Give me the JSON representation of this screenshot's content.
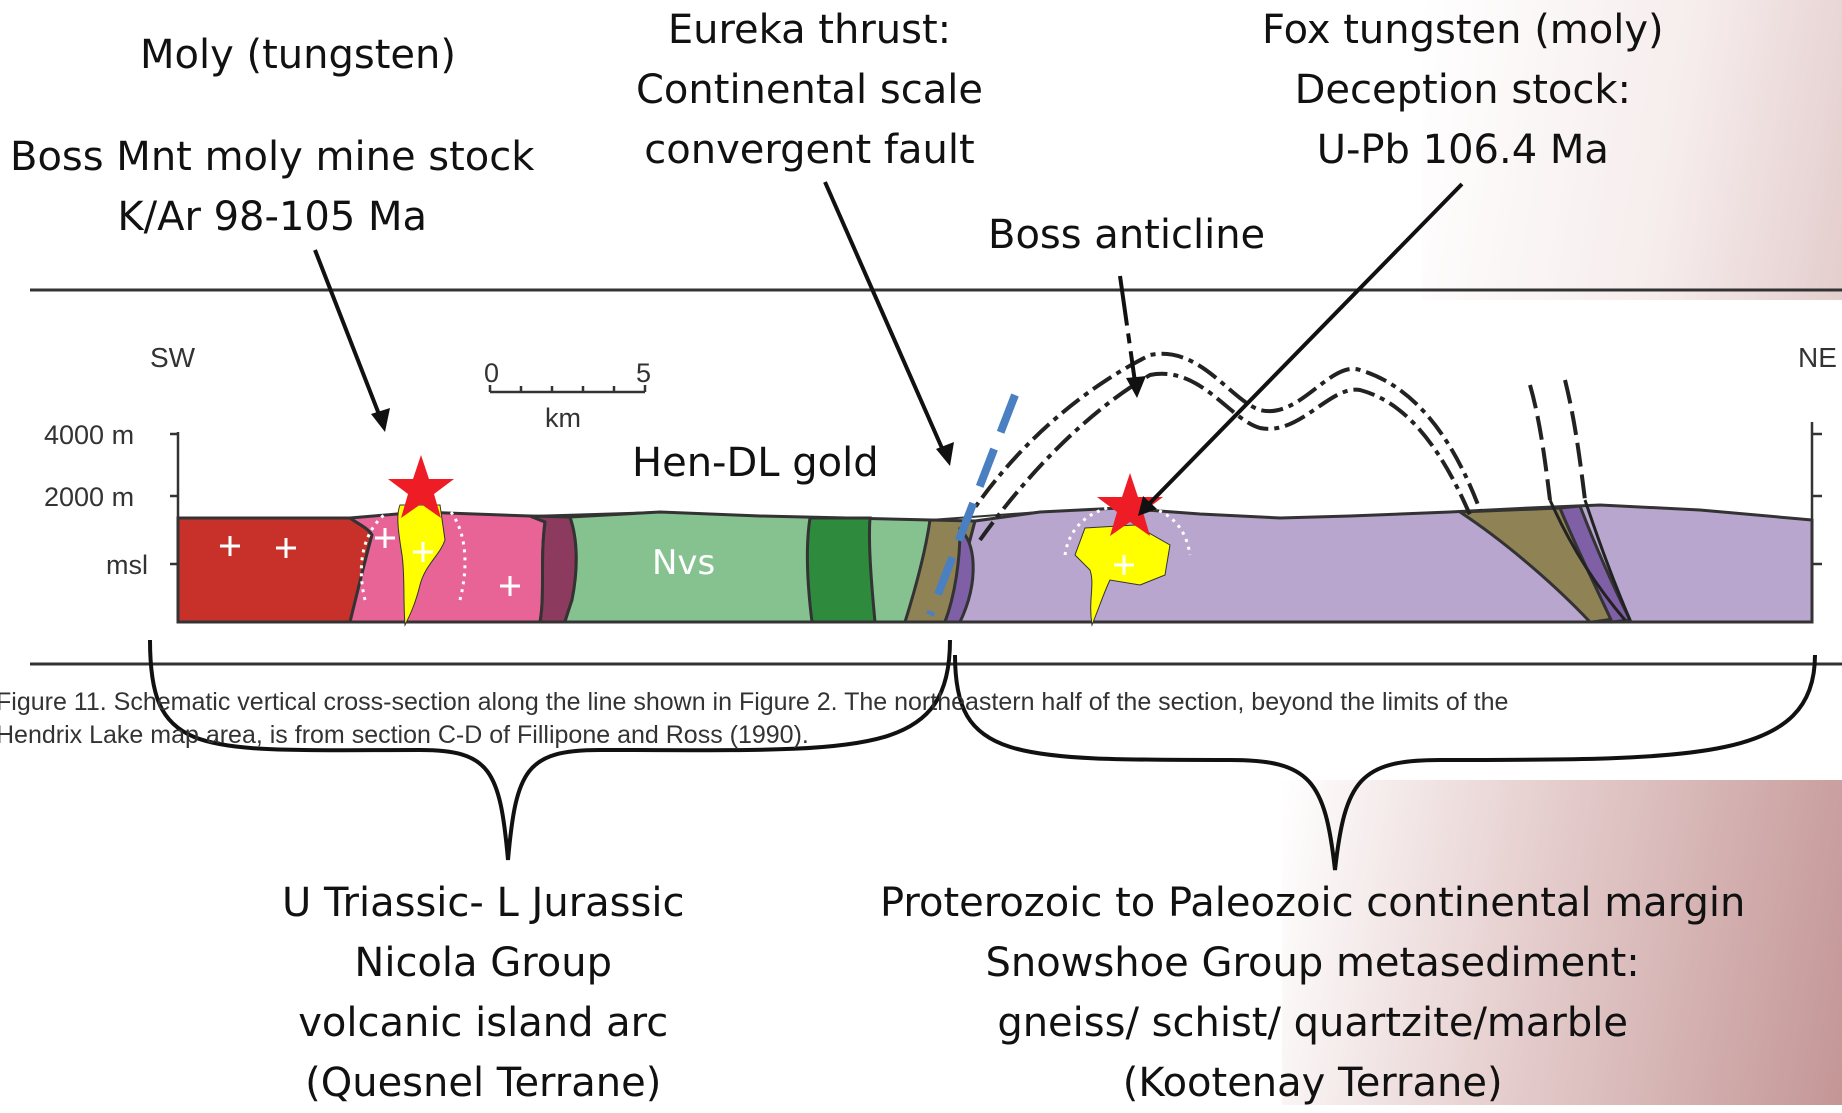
{
  "labels": {
    "moly_tungsten": "Moly (tungsten)",
    "boss_mnt_line1": "Boss Mnt moly mine stock",
    "boss_mnt_line2": "K/Ar   98-105 Ma",
    "eureka_line1": "Eureka thrust:",
    "eureka_line2": "Continental scale",
    "eureka_line3": "convergent fault",
    "fox_line1": "Fox tungsten (moly)",
    "fox_line2": "Deception stock:",
    "fox_line3": "U-Pb 106.4 Ma",
    "boss_anticline": "Boss anticline",
    "hen_dl_gold": "Hen-DL gold",
    "nvs": "Nvs"
  },
  "section": {
    "sw": "SW",
    "ne": "NE",
    "scale_zero": "0",
    "scale_five": "5",
    "scale_unit": "km",
    "elev_4000": "4000 m",
    "elev_2000": "2000 m",
    "elev_msl": "msl"
  },
  "caption": {
    "line1": "Figure 11. Schematic vertical cross-section along the line shown in Figure 2. The northeastern half of the section, beyond the limits of the",
    "line2": "Hendrix Lake map area, is from section C-D of Fillipone and Ross (1990)."
  },
  "terranes": {
    "left_line1": "U Triassic- L Jurassic",
    "left_line2": "Nicola Group",
    "left_line3": "volcanic island arc",
    "left_line4": "(Quesnel Terrane)",
    "right_line1": "Proterozoic to Paleozoic continental margin",
    "right_line2": "Snowshoe Group metasediment:",
    "right_line3": "gneiss/ schist/ quartzite/marble",
    "right_line4": "(Kootenay Terrane)"
  },
  "colors": {
    "red_unit": "#c8312a",
    "pink_unit": "#e86497",
    "maroon_unit": "#8c3a5e",
    "light_green_unit": "#86c190",
    "dark_green_unit": "#2e8a3c",
    "olive_unit": "#8f8255",
    "lavender_unit": "#b8a6cf",
    "purple_unit": "#7f5fa5",
    "intrusion_yellow": "#ffff00",
    "star_red": "#ee1c25",
    "thrust_blue": "#4a7fc1"
  }
}
